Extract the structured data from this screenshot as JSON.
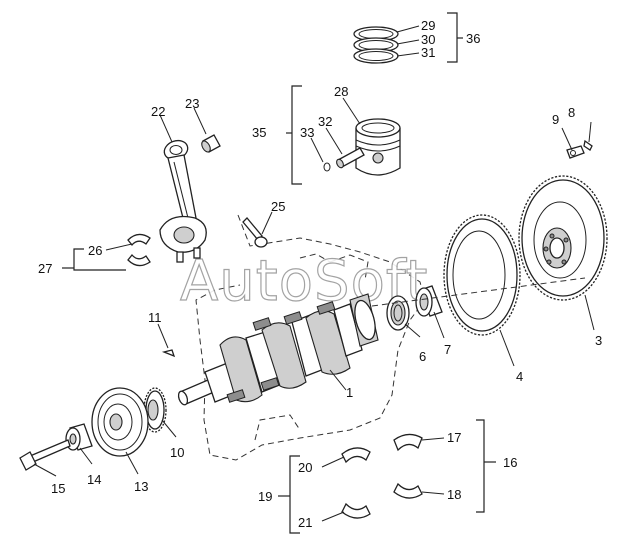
{
  "watermark": "AutoSoft",
  "labels": {
    "l1": "1",
    "l3": "3",
    "l4": "4",
    "l6": "6",
    "l7": "7",
    "l8": "8",
    "l9": "9",
    "l10": "10",
    "l11": "11",
    "l13": "13",
    "l14": "14",
    "l15": "15",
    "l16": "16",
    "l17": "17",
    "l18": "18",
    "l19": "19",
    "l20": "20",
    "l21": "21",
    "l22": "22",
    "l23": "23",
    "l25": "25",
    "l26": "26",
    "l27": "27",
    "l28": "28",
    "l29": "29",
    "l30": "30",
    "l31": "31",
    "l32": "32",
    "l33": "33",
    "l35": "35",
    "l36": "36"
  }
}
